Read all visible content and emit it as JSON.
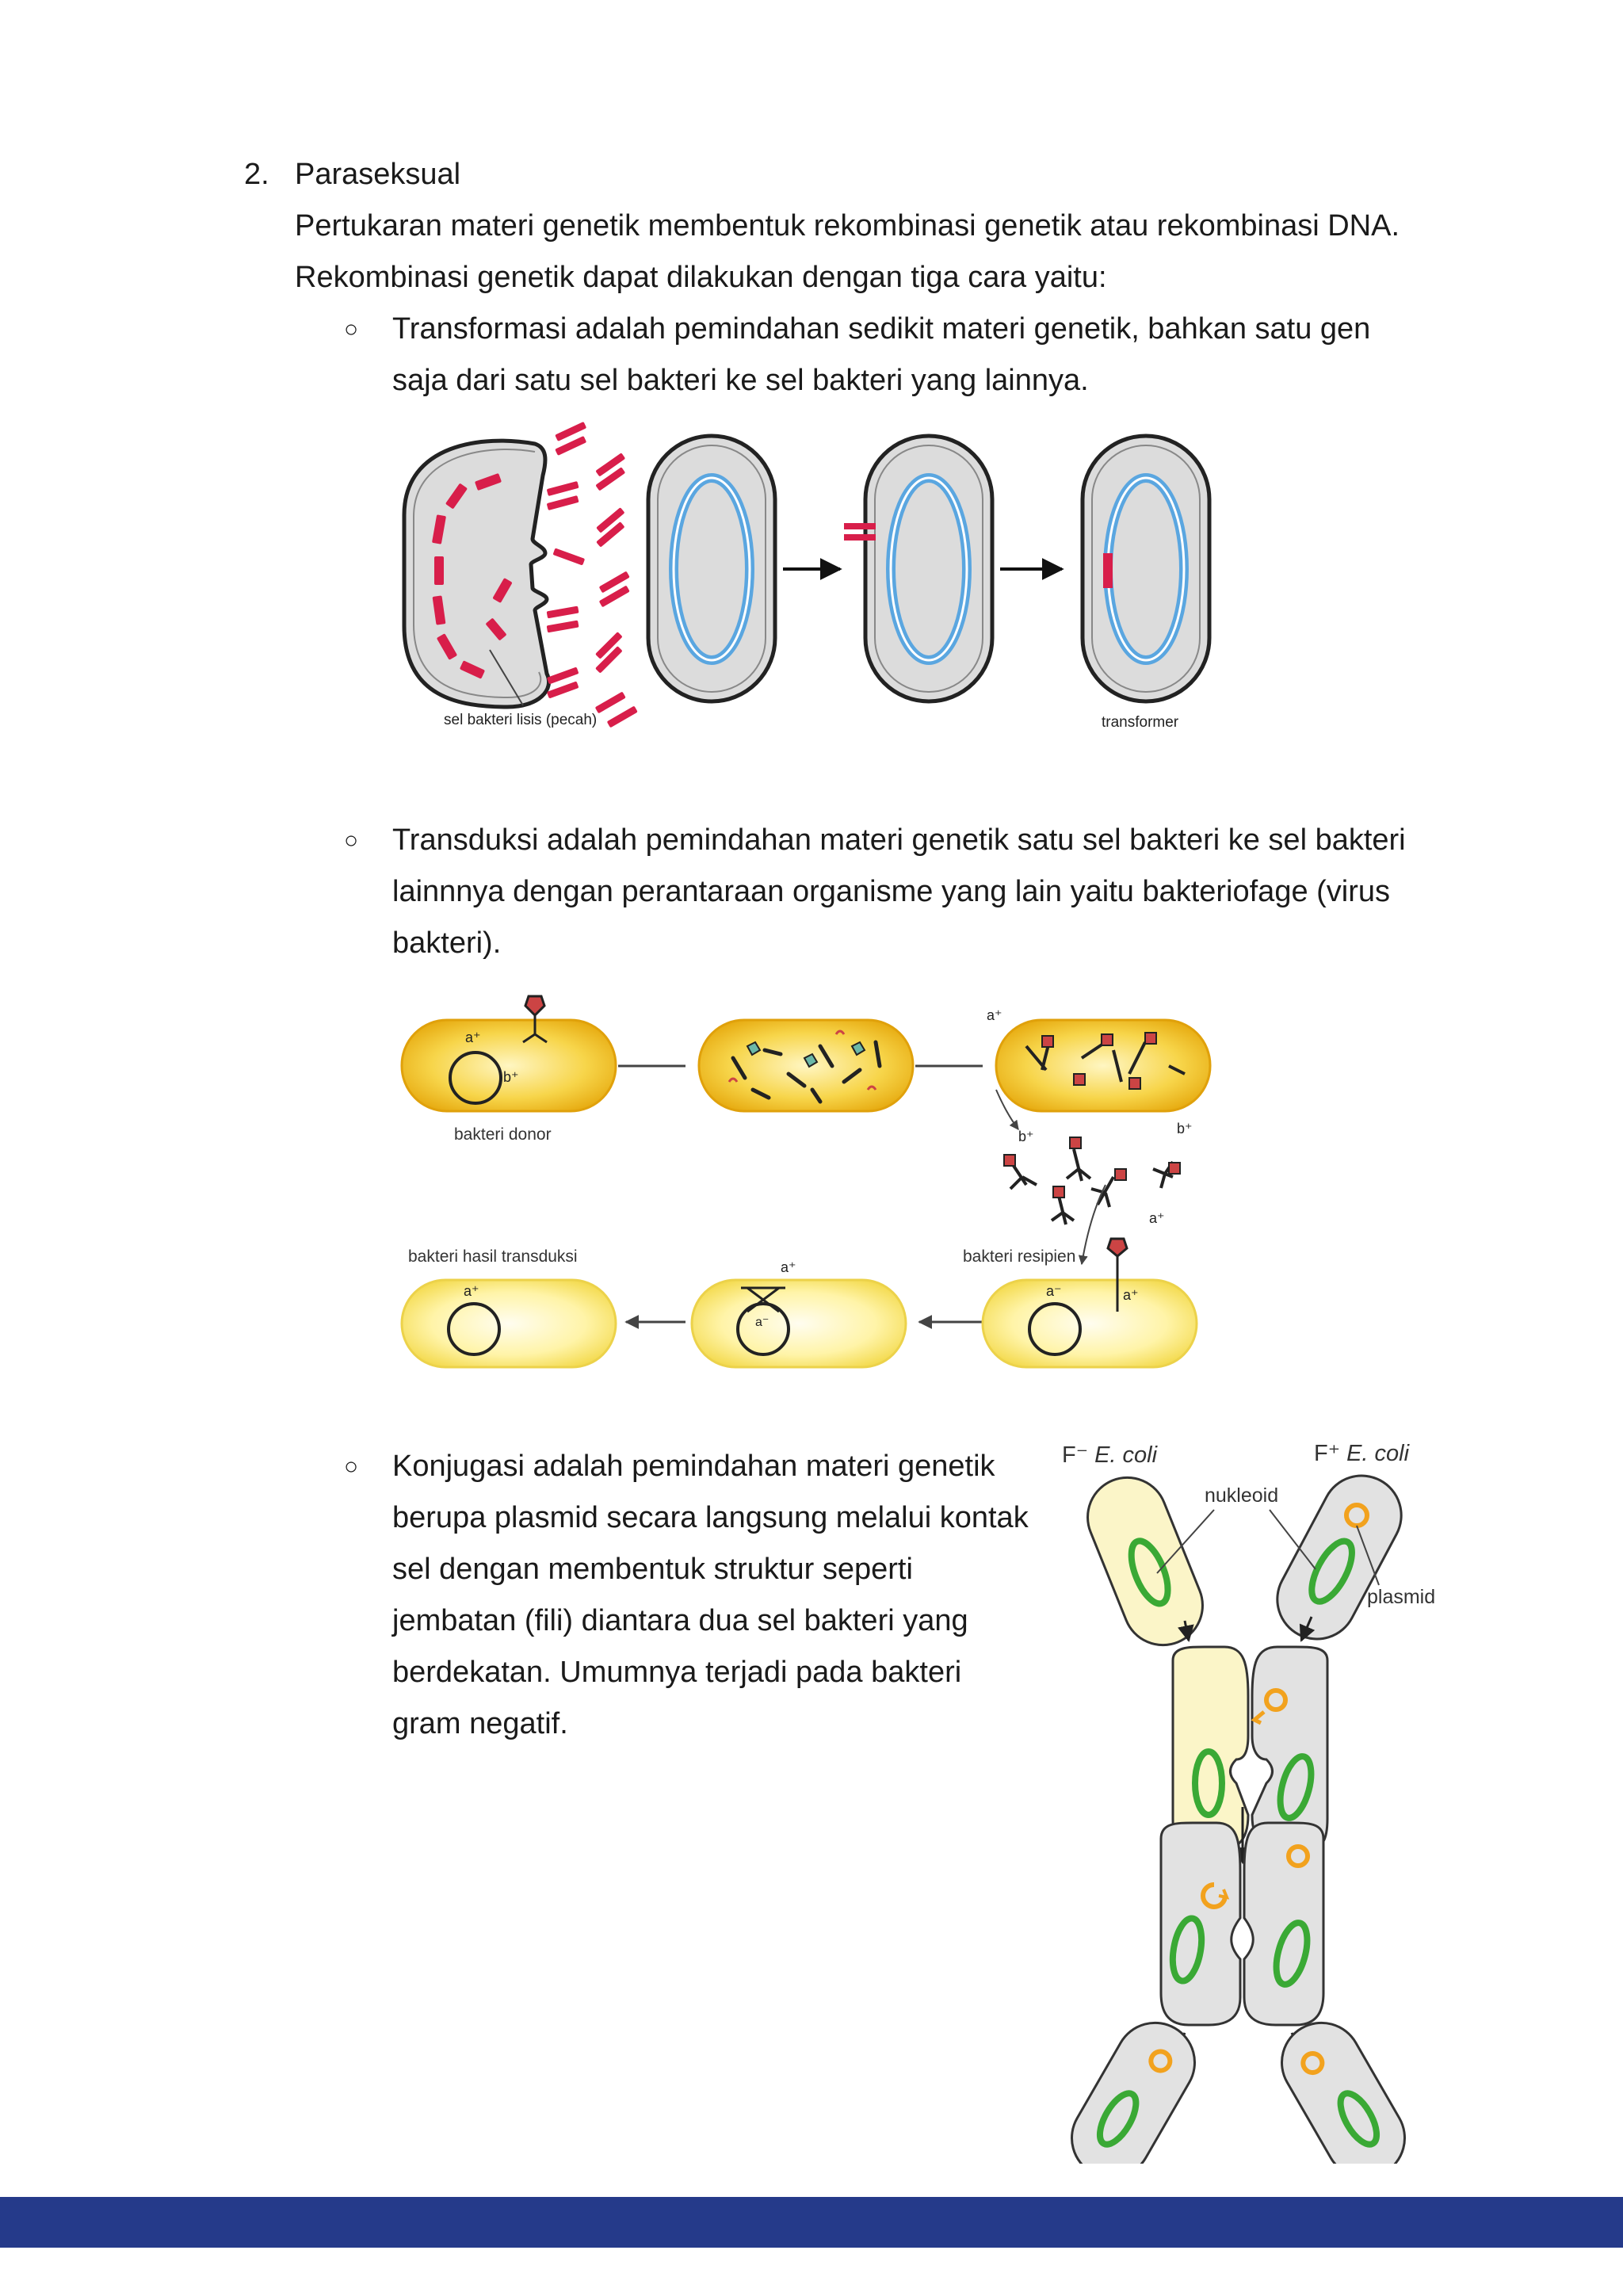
{
  "section": {
    "number": "2.",
    "title": "Paraseksual",
    "intro_lines": [
      "Pertukaran materi genetik membentuk rekombinasi genetik atau rekombinasi DNA.",
      "Rekombinasi genetik dapat dilakukan dengan tiga cara  yaitu:"
    ]
  },
  "bullet_symbol": "○",
  "items": [
    {
      "lines": [
        "Transformasi adalah pemindahan sedikit materi genetik, bahkan satu gen",
        "saja dari satu sel bakteri ke sel bakteri yang lainnya."
      ]
    },
    {
      "lines": [
        "Transduksi adalah pemindahan materi genetik satu sel bakteri ke sel bakteri",
        "lainnnya dengan perantaraan organisme yang lain yaitu bakteriofage (virus",
        "bakteri)."
      ]
    },
    {
      "lines": [
        "Konjugasi adalah pemindahan materi genetik",
        "berupa plasmid secara langsung melalui kontak",
        "sel dengan membentuk struktur seperti",
        "jembatan (fili) diantara dua sel bakteri yang",
        "berdekatan. Umumnya terjadi pada bakteri",
        "gram negatif."
      ]
    }
  ],
  "fig_transformation": {
    "label_lysed": "sel bakteri lisis (pecah)",
    "label_transformer": "transformer"
  },
  "fig_transduction": {
    "label_donor": "bakteri donor",
    "label_result": "bakteri hasil transduksi",
    "label_recipient": "bakteri resipien",
    "gene_a_plus": "a⁺",
    "gene_b_plus": "b⁺",
    "gene_a_minus": "a⁻"
  },
  "fig_conjugation": {
    "label_f_minus_prefix": "F⁻",
    "label_f_plus_prefix": "F⁺",
    "label_species": "E. coli",
    "label_nucleoid": "nukleoid",
    "label_plasmid": "plasmid"
  },
  "colors": {
    "footer_bar": "#253a8a",
    "dna_red": "#d81e4a",
    "chromosome_blue": "#5aa6e0",
    "cell_yellow": "#f2c21c",
    "nucleoid_green": "#3aa935",
    "plasmid_orange": "#f2a21e"
  }
}
